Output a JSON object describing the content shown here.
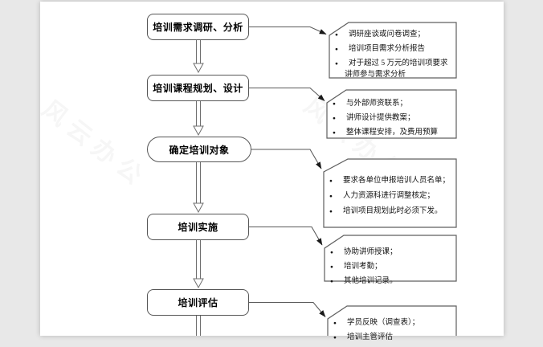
{
  "glyphs": {
    "bullet": "●"
  },
  "watermark": {
    "text": "风云办公"
  },
  "colors": {
    "background": "#e8e8e8",
    "paper": "#ffffff",
    "shape_border": "#565656",
    "connector": "#5a5a5a",
    "text": "#000000"
  },
  "flow": {
    "nodes": [
      {
        "id": "needs-analysis",
        "shape": "rounded-rect",
        "label": "培训需求调研、分析"
      },
      {
        "id": "course-design",
        "shape": "rounded-rect",
        "label": "培训课程规划、设计"
      },
      {
        "id": "confirm-targets",
        "shape": "stadium",
        "label": "确定培训对象"
      },
      {
        "id": "implementation",
        "shape": "rounded-rect",
        "label": "培训实施"
      },
      {
        "id": "evaluation",
        "shape": "rounded-rect",
        "label": "培训评估"
      }
    ]
  },
  "callouts": [
    {
      "for": "needs-analysis",
      "items": [
        {
          "text": "调研座谈或问卷调查；",
          "bullet": true
        },
        {
          "text": "培训项目需求分析报告",
          "bullet": true
        },
        {
          "text": "对于超过 5 万元的培训项要求",
          "bullet": true
        },
        {
          "text": "讲师参与需求分析",
          "bullet": false
        }
      ]
    },
    {
      "for": "course-design",
      "items": [
        {
          "text": "与外部师资联系；",
          "bullet": true
        },
        {
          "text": "讲师设计提供教案；",
          "bullet": true
        },
        {
          "text": "整体课程安排，及费用预算",
          "bullet": true
        }
      ]
    },
    {
      "for": "confirm-targets",
      "items": [
        {
          "text": "要求各单位申报培训人员名单；",
          "bullet": true
        },
        {
          "text": "人力资源科进行调整核定；",
          "bullet": true
        },
        {
          "text": "培训项目规划此时必须下发。",
          "bullet": true
        }
      ]
    },
    {
      "for": "implementation",
      "items": [
        {
          "text": "协助讲师授课；",
          "bullet": true
        },
        {
          "text": "培训考勤；",
          "bullet": true
        },
        {
          "text": "其他培训记录。",
          "bullet": true
        }
      ]
    },
    {
      "for": "evaluation",
      "items": [
        {
          "text": "学员反映（调查表）；",
          "bullet": true
        },
        {
          "text": "培训主管评估",
          "bullet": true
        }
      ]
    }
  ]
}
